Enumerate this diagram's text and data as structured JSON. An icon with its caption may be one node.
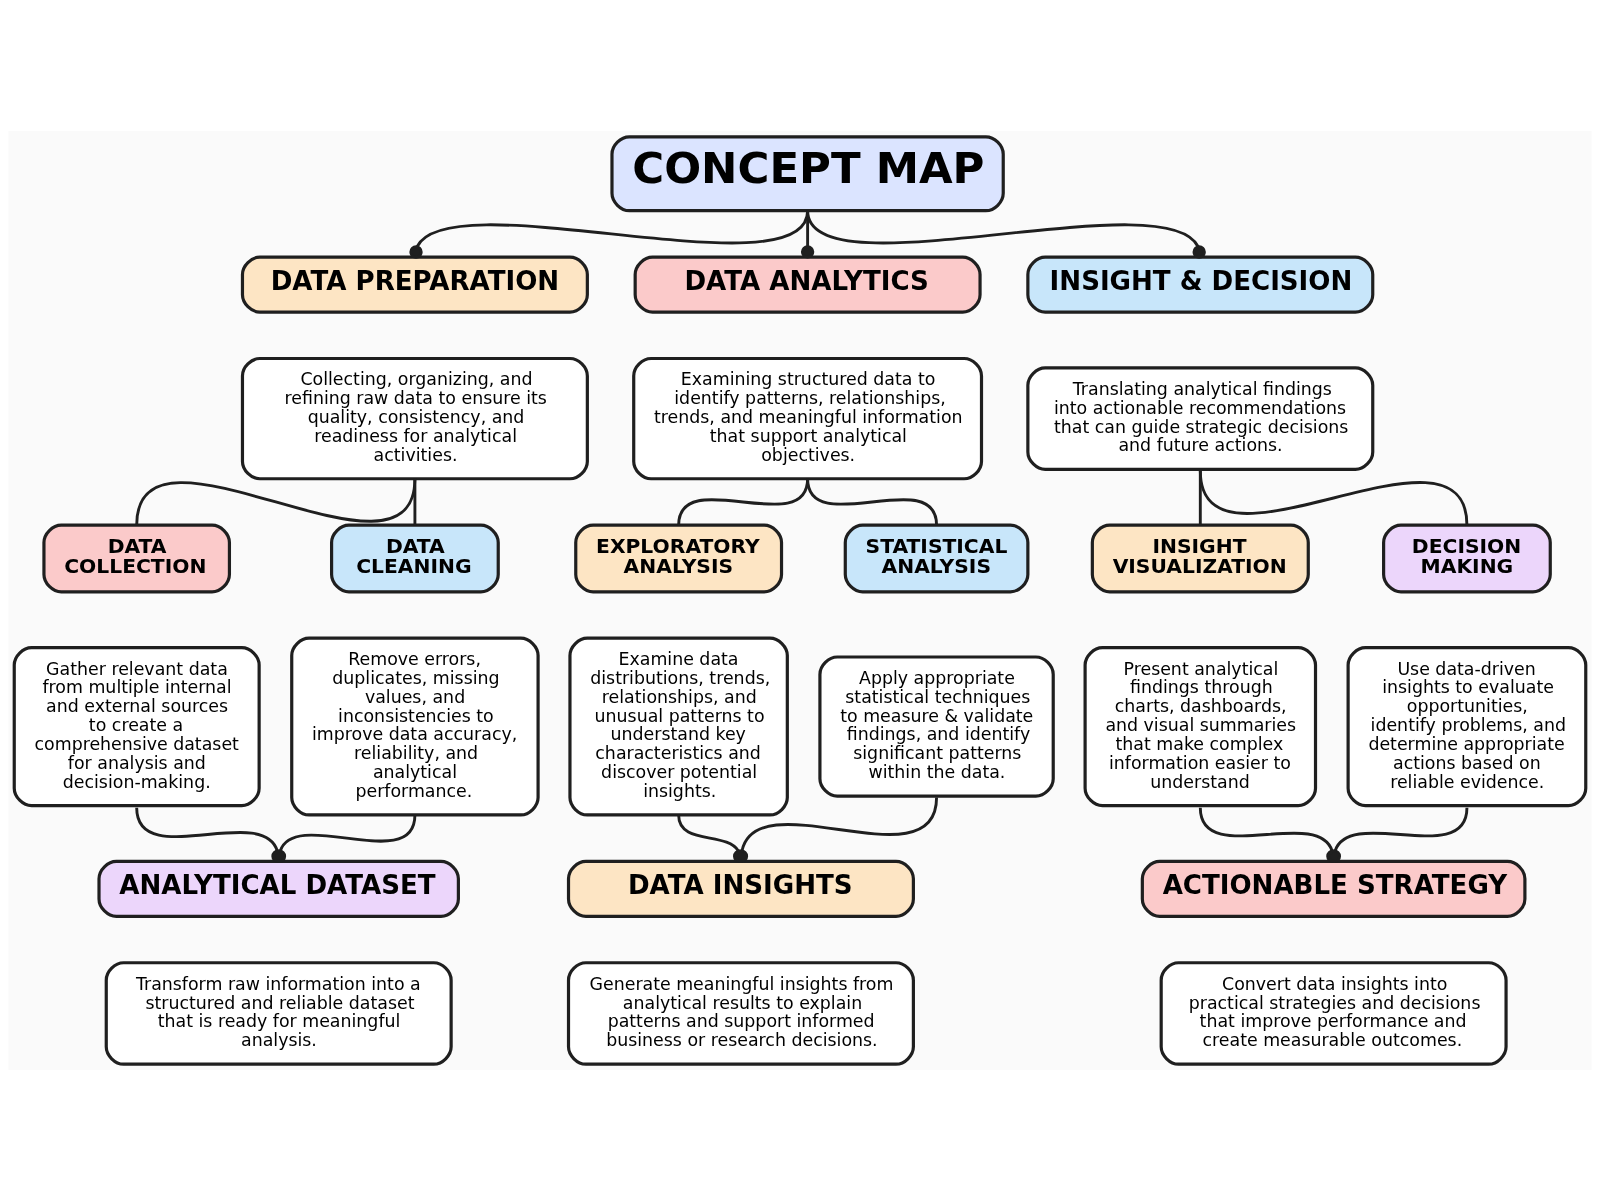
{
  "diagram": {
    "nodes": [
      {
        "text": [
          "CONCEPT MAP"
        ]
      },
      {
        "text": [
          "DATA PREPARATION"
        ]
      },
      {
        "text": [
          "Collecting, organizing, and refining raw data to ensure its quality, consistency, and readiness for analytical activities."
        ]
      },
      {
        "text": [
          "DATA COLLECTION"
        ]
      },
      {
        "text": [
          "Gather relevant data from multiple internal and external sources to create a comprehensive dataset for analysis and decision-making."
        ]
      },
      {
        "text": [
          "DATA CLEANING"
        ]
      },
      {
        "text": [
          "Remove errors, duplicates, missing values, and inconsistencies to improve data accuracy, reliability, and analytical performance."
        ]
      },
      {
        "text": [
          "ANALYTICAL DATASET"
        ]
      },
      {
        "text": [
          "Transform raw information into a structured and reliable dataset that is ready for meaningful analysis."
        ]
      },
      {
        "text": [
          "DATA ANALYTICS"
        ]
      },
      {
        "text": [
          "Examining structured data to identify patterns, relationships, trends, and meaningful information that support analytical objectives."
        ]
      },
      {
        "text": [
          "EXPLORATORY ANALYSIS"
        ]
      },
      {
        "text": [
          "Examine data distributions, trends, relationships, and unusual patterns to understand key characteristics and discover potential insights."
        ]
      },
      {
        "text": [
          "STATISTICAL ANALYSIS"
        ]
      },
      {
        "text": [
          "Apply appropriate statistical techniques to measure & validate findings, and identify significant patterns within the data."
        ]
      },
      {
        "text": [
          "DATA INSIGHTS"
        ]
      },
      {
        "text": [
          "Generate meaningful insights from analytical results to explain patterns and support informed business or research decisions."
        ]
      },
      {
        "text": [
          "INSIGHT & DECISION"
        ]
      },
      {
        "text": [
          "Translating analytical findings into actionable recommendations that can guide strategic decisions and future actions."
        ]
      },
      {
        "text": [
          "INSIGHT VISUALIZATION"
        ]
      },
      {
        "text": [
          "Present analytical findings through charts, dashboards, and visual summaries that make complex information easier to understand"
        ]
      },
      {
        "text": [
          "DECISION MAKING"
        ]
      },
      {
        "text": [
          "Use data-driven insights to evaluate opportunities, identify problems, and determine appropriate actions based on reliable evidence."
        ]
      },
      {
        "text": [
          "ACTIONABLE STRATEGY"
        ]
      },
      {
        "text": [
          "Convert data insights into practical strategies and decisions that improve performance and create measurable outcomes."
        ]
      }
    ],
    "edges": [
      {
        "from": 0,
        "to": 1,
        "arrow": "other"
      },
      {
        "from": 0,
        "to": 9,
        "arrow": "other"
      },
      {
        "from": 0,
        "to": 17,
        "arrow": "other"
      },
      {
        "from": 2,
        "to": 3,
        "arrow": "none"
      },
      {
        "from": 2,
        "to": 5,
        "arrow": "none"
      },
      {
        "from": 4,
        "to": 7,
        "arrow": "other"
      },
      {
        "from": 6,
        "to": 7,
        "arrow": "other"
      },
      {
        "from": 10,
        "to": 11,
        "arrow": "none"
      },
      {
        "from": 10,
        "to": 13,
        "arrow": "none"
      },
      {
        "from": 12,
        "to": 15,
        "arrow": "other"
      },
      {
        "from": 14,
        "to": 15,
        "arrow": "other"
      },
      {
        "from": 18,
        "to": 19,
        "arrow": "none"
      },
      {
        "from": 18,
        "to": 21,
        "arrow": "none"
      },
      {
        "from": 20,
        "to": 23,
        "arrow": "other"
      },
      {
        "from": 22,
        "to": 23,
        "arrow": "other"
      }
    ]
  }
}
